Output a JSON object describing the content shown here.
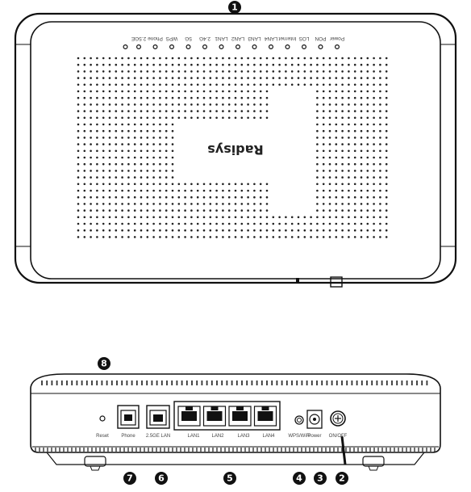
{
  "figure": {
    "top_view": {
      "callout": "1",
      "brand": "Radisys",
      "led_labels": [
        "Power",
        "PON",
        "LOS",
        "Internet",
        "LAN4",
        "LAN3",
        "LAN2",
        "LAN1",
        "2.4G",
        "5G",
        "WPS",
        "Phone",
        "2.5GE"
      ]
    },
    "back_view": {
      "port_labels": [
        "Reset",
        "Phone",
        "2.5GE LAN",
        "LAN1",
        "LAN2",
        "LAN3",
        "LAN4",
        "WPS/WiFi",
        "Power",
        "ON/OFF"
      ],
      "callouts": [
        "8",
        "7",
        "6",
        "5",
        "4",
        "3",
        "2"
      ]
    }
  }
}
